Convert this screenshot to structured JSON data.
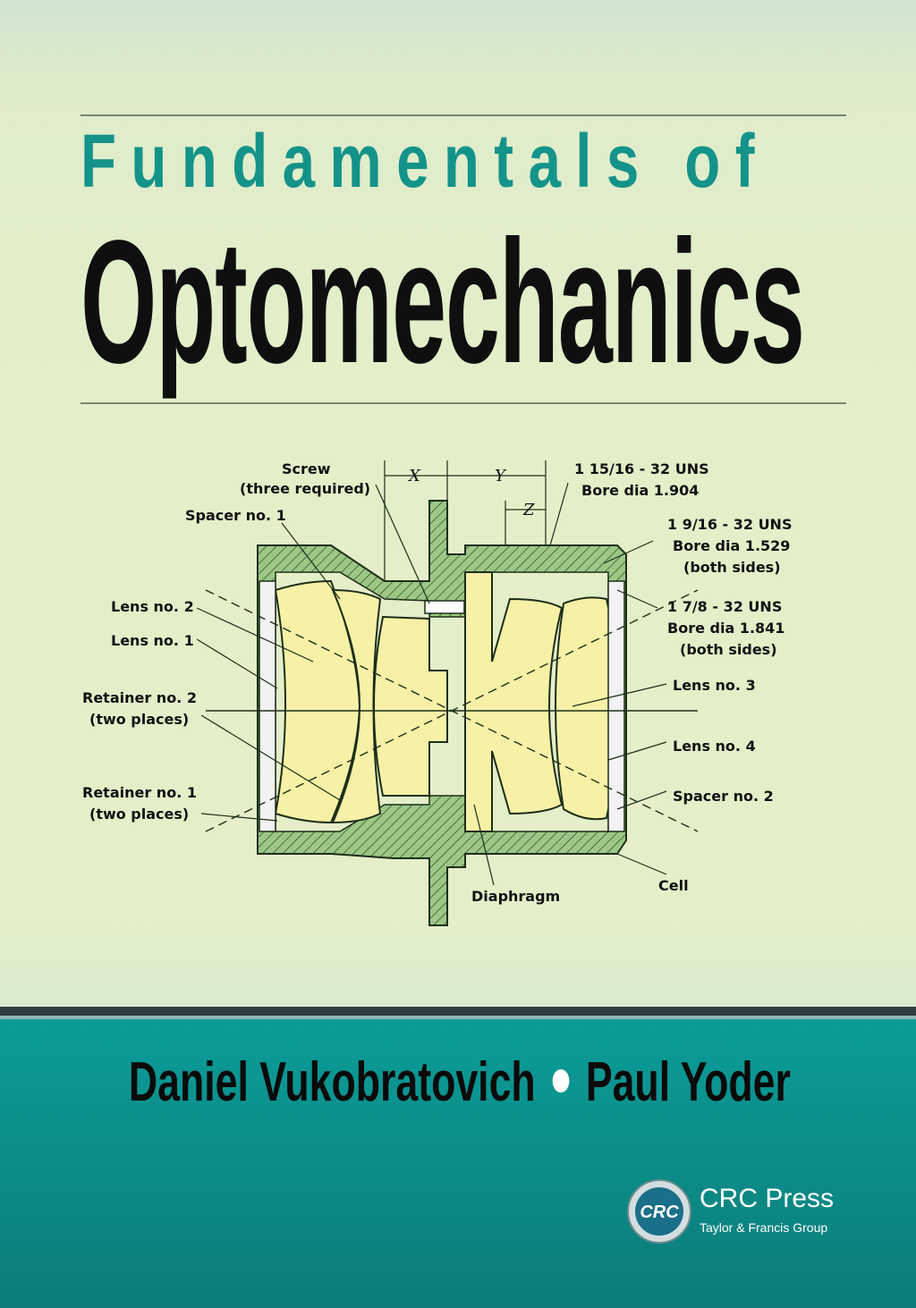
{
  "book": {
    "title_line1": "Fundamentals of",
    "title_line2": "Optomechanics",
    "author1": "Daniel Vukobratovich",
    "author2": "Paul Yoder"
  },
  "publisher": {
    "logo_text": "CRC",
    "name": "CRC Press",
    "subtitle": "Taylor & Francis Group"
  },
  "diagram": {
    "labels": {
      "screw1": "Screw",
      "screw2": "(three required)",
      "spacer1": "Spacer no. 1",
      "lens2": "Lens no. 2",
      "lens1": "Lens no. 1",
      "retainer2_1": "Retainer no. 2",
      "retainer2_2": "(two places)",
      "retainer1_1": "Retainer no. 1",
      "retainer1_2": "(two places)",
      "dim_x": "X",
      "dim_y": "Y",
      "dim_z": "Z",
      "thread1_1": "1 15/16 - 32 UNS",
      "thread1_2": "Bore dia 1.904",
      "thread2_1": "1 9/16 - 32 UNS",
      "thread2_2": "Bore dia 1.529",
      "thread2_3": "(both sides)",
      "thread3_1": "1 7/8 - 32 UNS",
      "thread3_2": "Bore dia 1.841",
      "thread3_3": "(both sides)",
      "lens3": "Lens no. 3",
      "lens4": "Lens no. 4",
      "spacer2": "Spacer no. 2",
      "cell": "Cell",
      "diaphragm": "Diaphragm"
    }
  },
  "colors": {
    "title_teal": "#14938a",
    "lens_yellow": "#f6f1a6",
    "hatch_green": "#8fbe7a",
    "panel_teal": "#0d8f8b"
  }
}
